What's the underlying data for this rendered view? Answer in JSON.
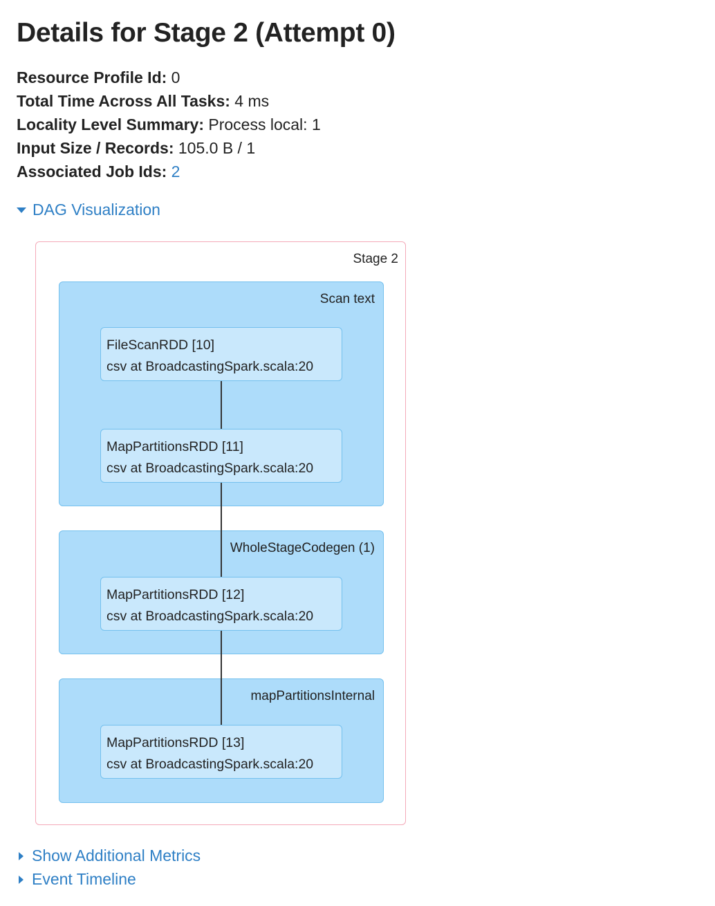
{
  "page": {
    "title": "Details for Stage 2 (Attempt 0)"
  },
  "summary": {
    "resource_profile": {
      "label": "Resource Profile Id:",
      "value": "0"
    },
    "total_time": {
      "label": "Total Time Across All Tasks:",
      "value": "4 ms"
    },
    "locality": {
      "label": "Locality Level Summary:",
      "value": "Process local: 1"
    },
    "input_size": {
      "label": "Input Size / Records:",
      "value": "105.0 B / 1"
    },
    "job_ids": {
      "label": "Associated Job Ids:",
      "value": "2"
    }
  },
  "dag_toggle": {
    "label": "DAG Visualization",
    "expanded": true,
    "icon": "triangle-down-icon"
  },
  "dag": {
    "stage_label": "Stage 2",
    "clusters": [
      {
        "label": "Scan text"
      },
      {
        "label": "WholeStageCodegen (1)"
      },
      {
        "label": "mapPartitionsInternal"
      }
    ],
    "nodes": [
      {
        "name": "FileScanRDD [10]",
        "callsite": "csv at BroadcastingSpark.scala:20"
      },
      {
        "name": "MapPartitionsRDD [11]",
        "callsite": "csv at BroadcastingSpark.scala:20"
      },
      {
        "name": "MapPartitionsRDD [12]",
        "callsite": "csv at BroadcastingSpark.scala:20"
      },
      {
        "name": "MapPartitionsRDD [13]",
        "callsite": "csv at BroadcastingSpark.scala:20"
      }
    ],
    "colors": {
      "stage_border": "#f4a9b8",
      "cluster_fill": "#addcfa",
      "node_fill": "#c9e8fc",
      "border": "#74c0ee"
    }
  },
  "additional_metrics": {
    "label": "Show Additional Metrics",
    "expanded": false,
    "icon": "triangle-right-icon"
  },
  "event_timeline": {
    "label": "Event Timeline",
    "expanded": false,
    "icon": "triangle-right-icon"
  },
  "colors": {
    "link": "#2e7fc5",
    "text": "#222222"
  }
}
